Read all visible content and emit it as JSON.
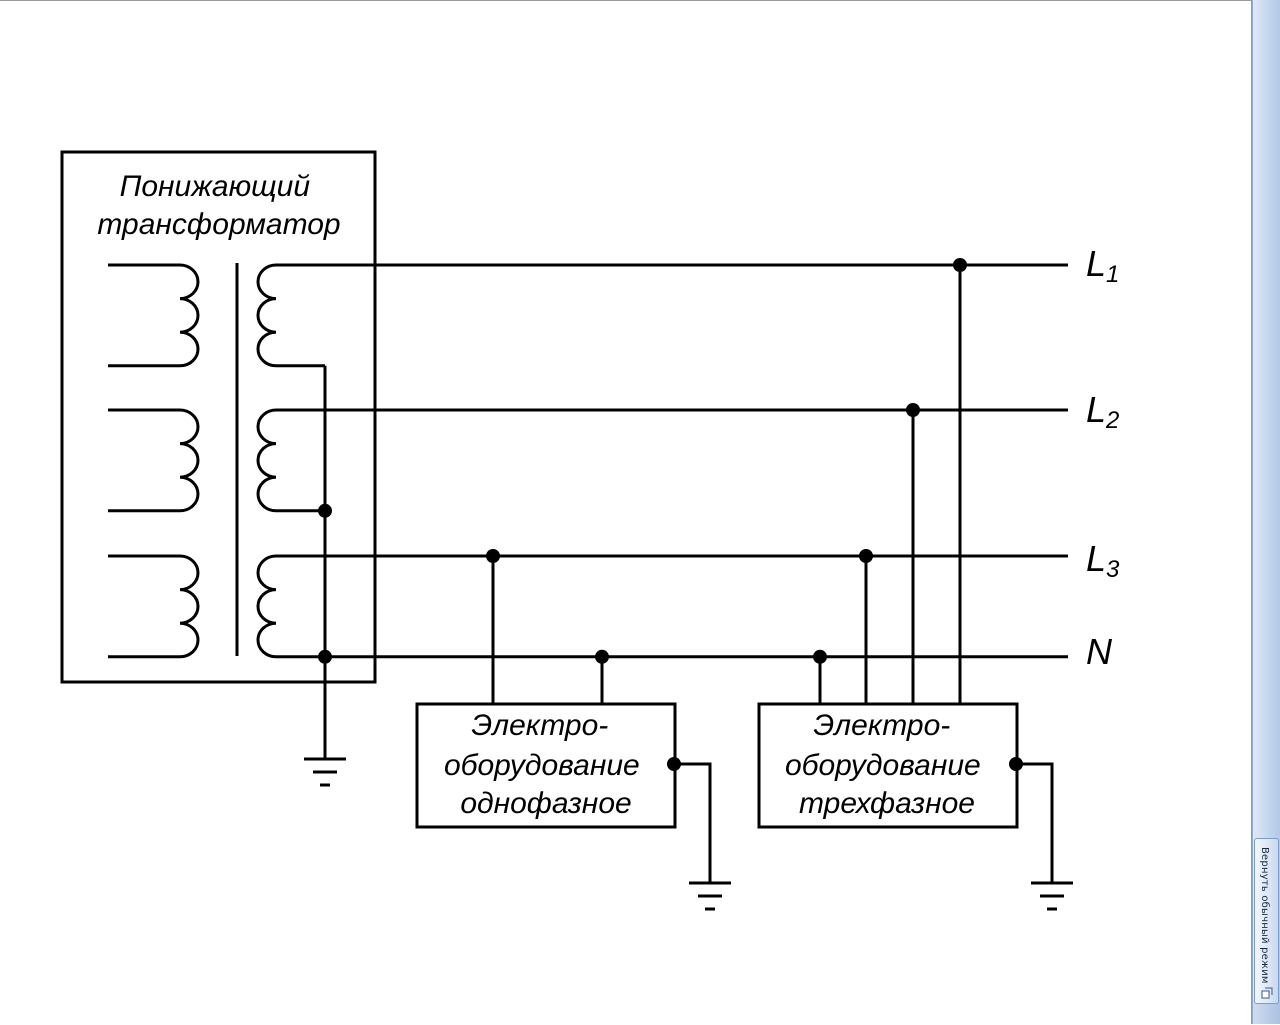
{
  "diagram": {
    "transformer_label": [
      "Понижающий",
      "трансформатор"
    ],
    "buses": [
      {
        "id": "L1",
        "letter": "L",
        "subscript": "1"
      },
      {
        "id": "L2",
        "letter": "L",
        "subscript": "2"
      },
      {
        "id": "L3",
        "letter": "L",
        "subscript": "3"
      },
      {
        "id": "N",
        "letter": "N",
        "subscript": ""
      }
    ],
    "equipment": [
      {
        "id": "single-phase",
        "lines": [
          "Электро-",
          "оборудование",
          "однофазное"
        ]
      },
      {
        "id": "three-phase",
        "lines": [
          "Электро-",
          "оборудование",
          "трехфазное"
        ]
      }
    ]
  },
  "side_panel": {
    "restore_button_label": "Вернуть обычный режим",
    "restore_icon": "restore-view-icon"
  }
}
